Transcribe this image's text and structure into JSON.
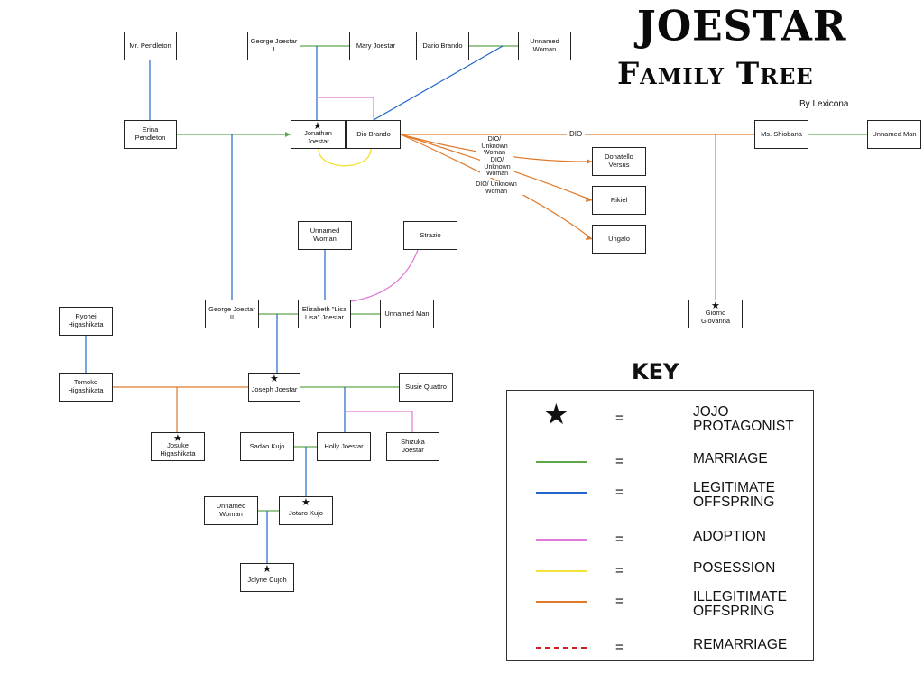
{
  "title": {
    "line1": "JOESTAR",
    "line2": "Family Tree",
    "byline": "By Lexicona"
  },
  "colors": {
    "marriage": "#5fa84a",
    "legitimate": "#2266cc",
    "adoption": "#e07ad8",
    "possession": "#f2e23a",
    "illegitimate": "#e07a2a",
    "remarriage": "#cc2222"
  },
  "people": {
    "pendleton": "Mr. Pendleton",
    "george1": "George Joestar I",
    "mary": "Mary Joestar",
    "dario": "Dario Brando",
    "unnamed_woman_dio": "Unnamed Woman",
    "erina": "Erina Pendleton",
    "jonathan": "Jonathan Joestar",
    "dio": "Dio Brando",
    "shiobana": "Ms. Shiobana",
    "unnamed_man_shiobana": "Unnamed Man",
    "donatello": "Donatello Versus",
    "rikiel": "Rikiel",
    "ungalo": "Ungalo",
    "unnamed_woman_lisa": "Unnamed Woman",
    "strazio": "Strazio",
    "george2": "George Joestar II",
    "lisa": "Elizabeth \"Lisa Lisa\" Joestar",
    "unnamed_man_lisa": "Unnamed Man",
    "giorno": "Giorno Giovanna",
    "ryohei": "Ryohei Higashikata",
    "tomoko": "Tomoko Higashikata",
    "joseph": "Joseph Joestar",
    "susie": "Susie Quattro",
    "josuke": "Josuke Higashikata",
    "sadao": "Sadao Kujo",
    "holly": "Holly Joestar",
    "shizuka": "Shizuka Joestar",
    "unnamed_woman_jotaro": "Unnamed Woman",
    "jotaro": "Jotaro Kujo",
    "jolyne": "Jolyne Cujoh"
  },
  "edge_labels": {
    "dio": "DIO",
    "donatello": "DIO/ Unknown Woman",
    "rikiel": "DIO/ Unknown Woman",
    "ungalo": "DIO/ Unknown Woman"
  },
  "key": {
    "title": "KEY",
    "equals": "=",
    "protagonist": "JOJO PROTAGONIST",
    "marriage": "MARRIAGE",
    "legitimate": "LEGITIMATE OFFSPRING",
    "adoption": "ADOPTION",
    "possession": "POSESSION",
    "illegitimate": "ILLEGITIMATE OFFSPRING",
    "remarriage": "REMARRIAGE"
  },
  "protagonists": [
    "jonathan",
    "giorno",
    "joseph",
    "josuke",
    "jotaro",
    "jolyne"
  ]
}
